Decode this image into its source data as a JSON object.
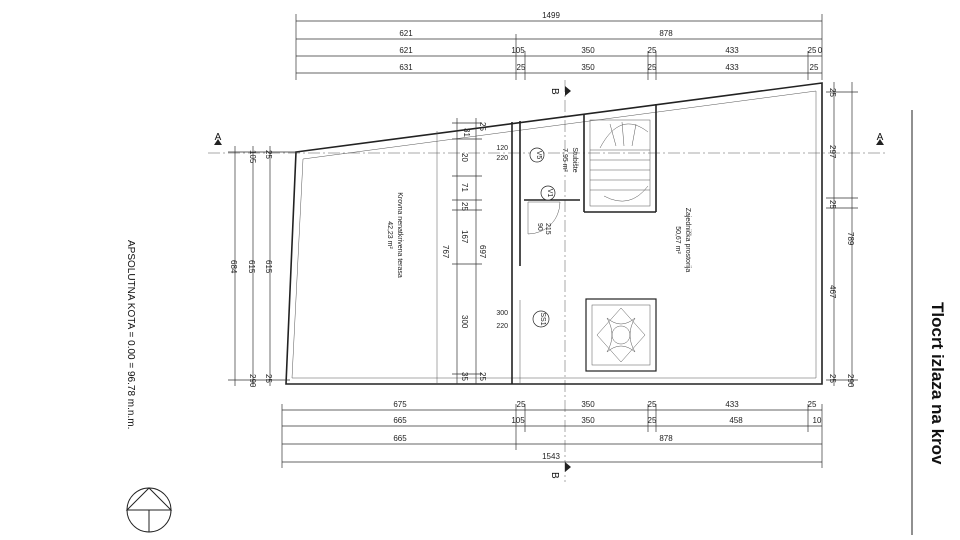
{
  "title": "Tlocrt izlaza na krov",
  "elevation_note": "APSOLUTNA KOTA = 0.00 = 96.78 m.n.m.",
  "sections": {
    "a_left": "A",
    "a_right": "A",
    "b_top": "B",
    "b_bottom": "B"
  },
  "rooms": {
    "terrace": {
      "name": "Krovna nenatkrivena terasa",
      "area": "42,23 m²"
    },
    "stairs": {
      "name": "Stubište",
      "area": "7,95 m²"
    },
    "common": {
      "name": "Zajednička prostorija",
      "area": "50,67 m²"
    }
  },
  "tags": {
    "v5": "V5",
    "v1": "V1",
    "ss1": "SS1"
  },
  "openings": {
    "door_v5": [
      "120",
      "220"
    ],
    "door_v1": [
      "90",
      "215"
    ],
    "window_ss1": [
      "300",
      "220"
    ]
  },
  "top_dims": {
    "overall": "1499",
    "row2": [
      "621",
      "878"
    ],
    "row3": [
      "621",
      "105",
      "350",
      "25",
      "433",
      "25",
      "0"
    ],
    "row4": [
      "631",
      "25",
      "350",
      "25",
      "433",
      "25"
    ]
  },
  "bottom_dims": {
    "row1": [
      "675",
      "25",
      "350",
      "25",
      "433",
      "25"
    ],
    "row2": [
      "665",
      "105",
      "350",
      "25",
      "458",
      "10"
    ],
    "row3": [
      "665",
      "878"
    ],
    "overall": "1543"
  },
  "left_dims": {
    "outer": "684",
    "mid": "615",
    "inner": "615",
    "top_small": [
      "105",
      "25"
    ],
    "bottom_small": [
      "290",
      "25"
    ]
  },
  "inner_dims": {
    "wall_strip": [
      "31",
      "25",
      "20",
      "71",
      "25",
      "167",
      "300",
      "35",
      "25"
    ],
    "wall_a": "767",
    "wall_b": "697"
  },
  "right_dims": {
    "outer": "789",
    "inner": [
      "25",
      "297",
      "25",
      "467",
      "290",
      "25"
    ]
  }
}
